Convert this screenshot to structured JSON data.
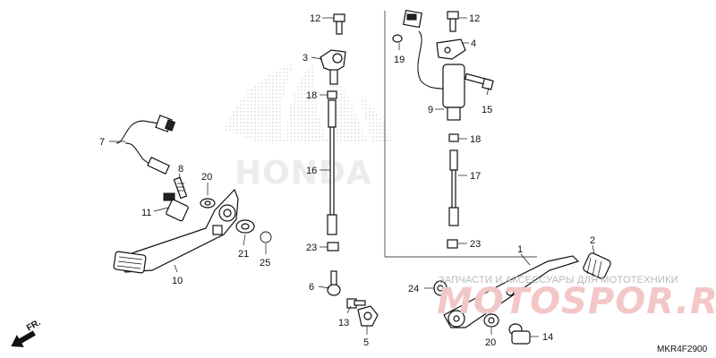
{
  "diagram": {
    "code": "MKR4F2900",
    "direction": "FR.",
    "brand_watermark": "HONDA",
    "shop_watermark_small": "ЗАПЧАСТИ И АКСЕССУАРЫ ДЛЯ МОТОТЕХНИКИ",
    "shop_watermark_big": "MOTOSPOR.RU",
    "labels": {
      "p1": "1",
      "p2": "2",
      "p3": "3",
      "p4": "4",
      "p5": "5",
      "p6": "6",
      "p7": "7",
      "p8": "8",
      "p9": "9",
      "p10": "10",
      "p11": "11",
      "p12a": "12",
      "p12b": "12",
      "p13": "13",
      "p14": "14",
      "p15": "15",
      "p16": "16",
      "p17": "17",
      "p18a": "18",
      "p18b": "18",
      "p19": "19",
      "p20a": "20",
      "p20b": "20",
      "p21": "21",
      "p23a": "23",
      "p23b": "23",
      "p24": "24",
      "p25": "25"
    }
  }
}
